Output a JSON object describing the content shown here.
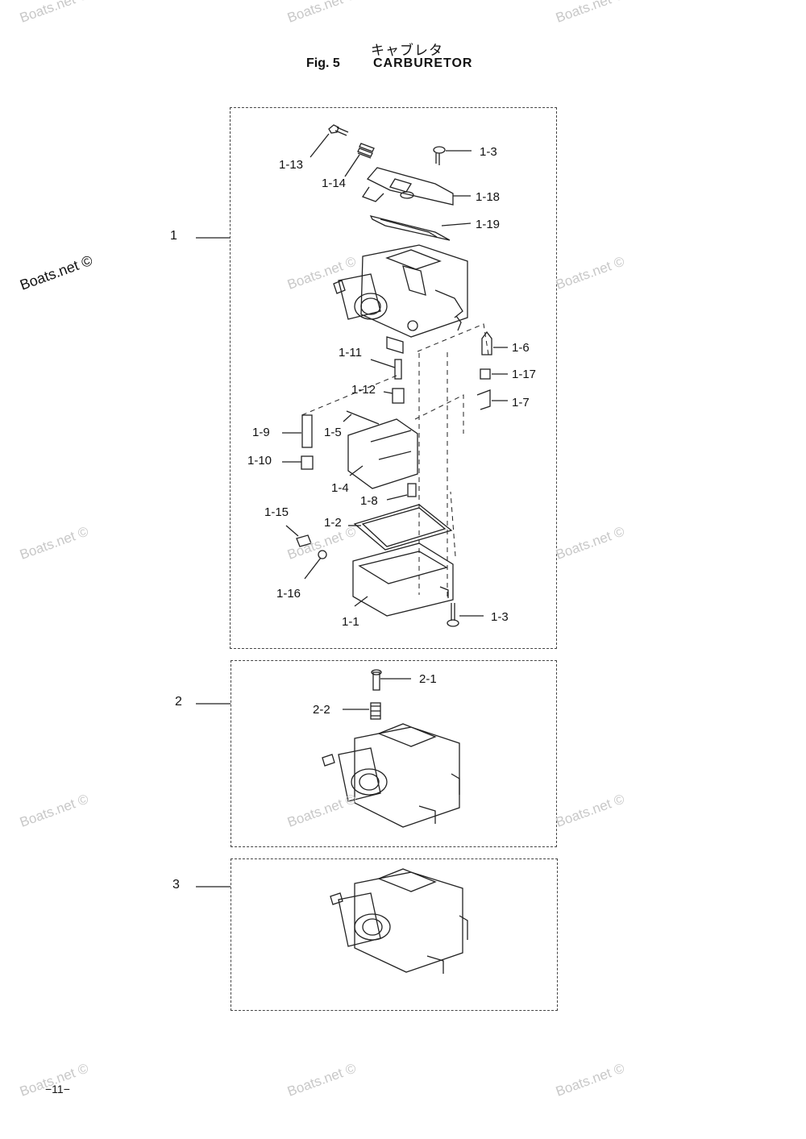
{
  "header": {
    "title_jp": "キャブレタ",
    "fig_number": "Fig. 5",
    "title_en": "CARBURETOR"
  },
  "groups": [
    {
      "id": "1",
      "label": "1"
    },
    {
      "id": "2",
      "label": "2"
    },
    {
      "id": "3",
      "label": "3"
    }
  ],
  "parts": {
    "p1_13": "1-13",
    "p1_14": "1-14",
    "p1_3_top": "1-3",
    "p1_18": "1-18",
    "p1_19": "1-19",
    "p1_6": "1-6",
    "p1_17": "1-17",
    "p1_11": "1-11",
    "p1_12": "1-12",
    "p1_7": "1-7",
    "p1_9": "1-9",
    "p1_5": "1-5",
    "p1_10": "1-10",
    "p1_4": "1-4",
    "p1_8": "1-8",
    "p1_15": "1-15",
    "p1_2": "1-2",
    "p1_16": "1-16",
    "p1_1": "1-1",
    "p1_3_bottom": "1-3",
    "p2_1": "2-1",
    "p2_2": "2-2"
  },
  "watermark": "Boats.net ©",
  "page_number": "−11−"
}
